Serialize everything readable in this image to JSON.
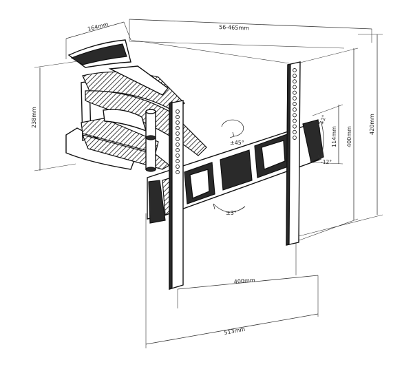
{
  "dimensions": {
    "depth_arm": "164mm",
    "extension_range": "56-465mm",
    "wall_plate_height": "238mm",
    "vesa_vertical_max": "400mm",
    "bracket_height": "420mm",
    "tilt_spacing": "114mm",
    "tilt_up": "+2°",
    "tilt_down": "-12°",
    "swivel": "±45°",
    "level_adjust": "±3°",
    "vesa_horizontal_max": "400mm",
    "rail_width": "513mm"
  },
  "colors": {
    "line": "#111111",
    "fill_dark": "#2a2a2a",
    "background": "#ffffff"
  }
}
